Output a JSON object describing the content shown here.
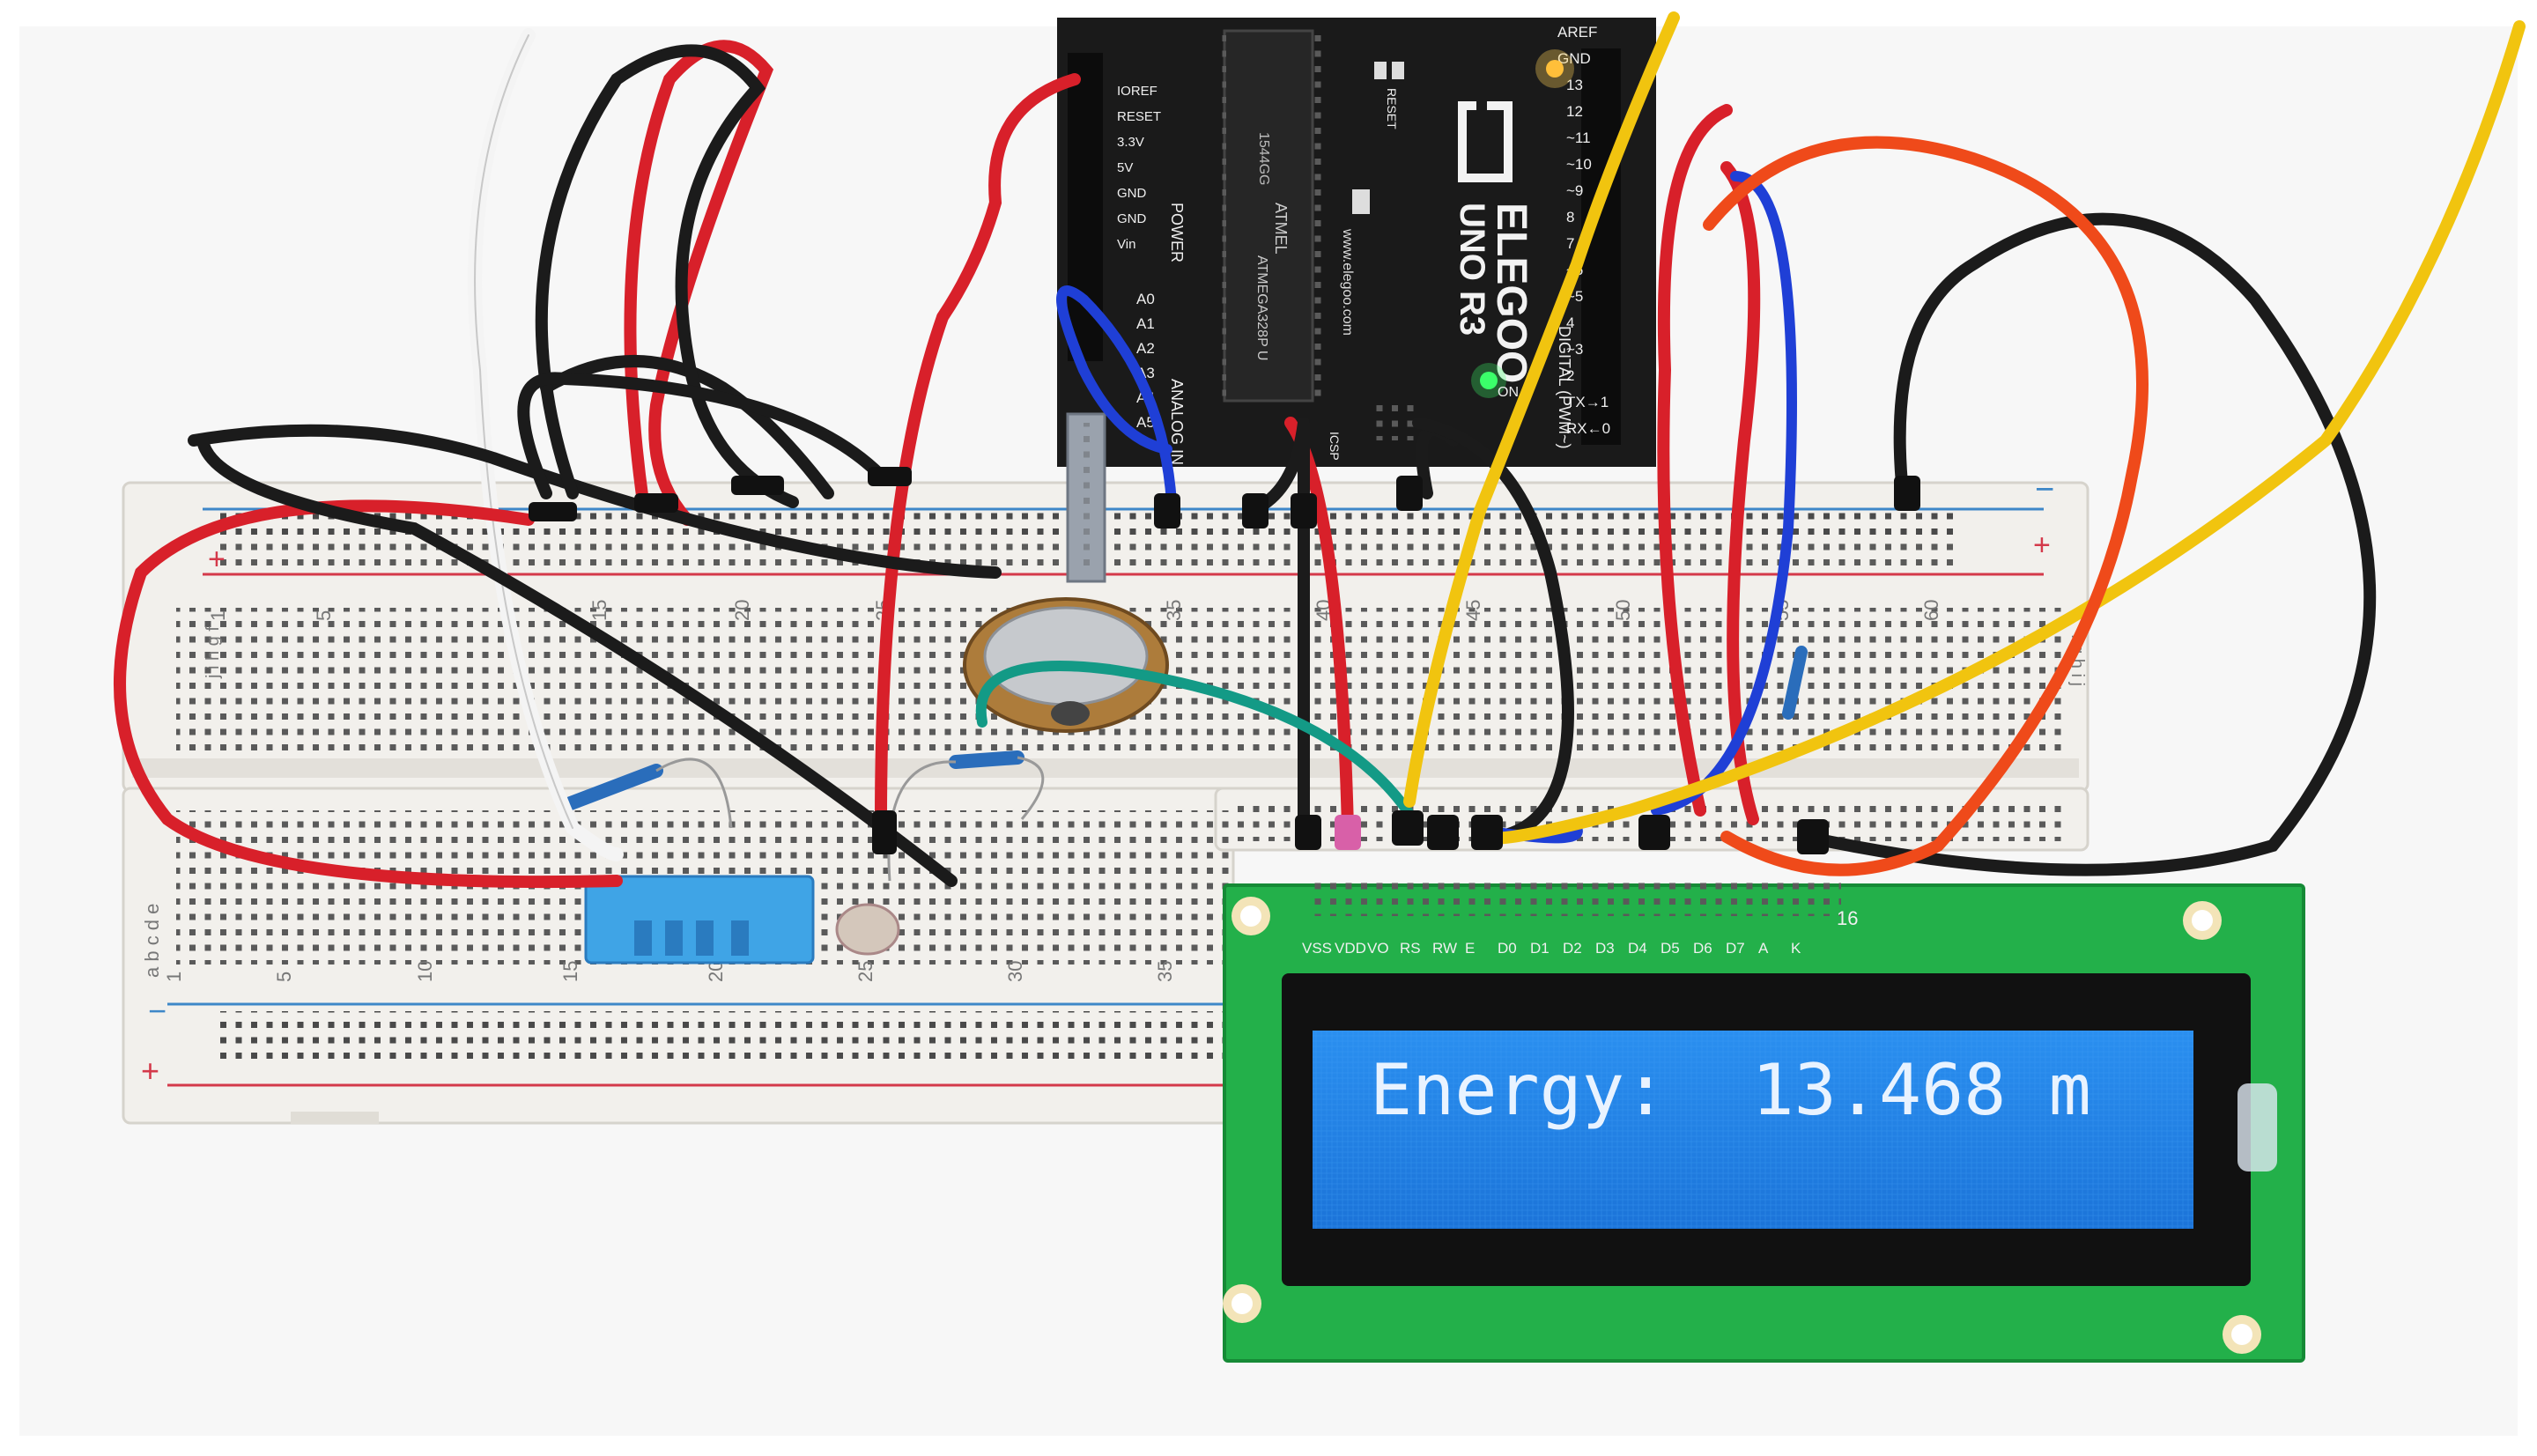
{
  "breadboard": {
    "top_column_numbers": [
      "1",
      "5",
      "15",
      "20",
      "25",
      "35",
      "40",
      "45",
      "50",
      "55",
      "60"
    ],
    "bottom_column_numbers": [
      "1",
      "5",
      "10",
      "15",
      "20",
      "25",
      "30",
      "35"
    ],
    "top_row_letters": "j i h g f",
    "bottom_row_letters": "a b c d e",
    "right_row_letters": "f g h i j",
    "rail_plus": "+",
    "rail_minus": "−"
  },
  "arduino": {
    "brand": "ELEGOO",
    "model": "UNO R3",
    "website": "www.elegoo.com",
    "chip_brand": "ATMEL",
    "chip_part": "ATMEGA328P U",
    "chip_code": "1544GG",
    "left_header_labels": [
      "IOREF",
      "RESET",
      "3.3V",
      "5V",
      "GND",
      "GND",
      "Vin"
    ],
    "analog_labels": [
      "A0",
      "A1",
      "A2",
      "A3",
      "A4",
      "A5"
    ],
    "power_label": "POWER",
    "analog_in_label": "ANALOG IN",
    "right_header_labels": [
      "AREF",
      "GND",
      "13",
      "12",
      "~11",
      "~10",
      "~9",
      "8",
      "7",
      "~6",
      "~5",
      "4",
      "~3",
      "2",
      "TX→1",
      "RX←0"
    ],
    "digital_label": "DIGITAL (PWM~)",
    "on_label": "ON",
    "reset_label": "RESET",
    "icsp_label": "ICSP"
  },
  "lcd": {
    "pin_labels": [
      "VSS",
      "VDD",
      "VO",
      "RS",
      "RW",
      "E",
      "D0",
      "D1",
      "D2",
      "D3",
      "D4",
      "D5",
      "D6",
      "D7",
      "A",
      "K"
    ],
    "pin_number_end": "16",
    "display_line_1": "Energy:  13.468 m",
    "backlight_color": "#1f86ea",
    "pcb_color": "#23b04a"
  },
  "colors": {
    "wire_red": "#d8202a",
    "wire_black": "#1b1b1b",
    "wire_orange": "#ef4a1a",
    "wire_yellow": "#f1c40f",
    "wire_blue": "#1f3fd6",
    "wire_teal": "#139a86",
    "wire_white": "#f4f4f4",
    "sensor_blue": "#3fa4e6"
  }
}
